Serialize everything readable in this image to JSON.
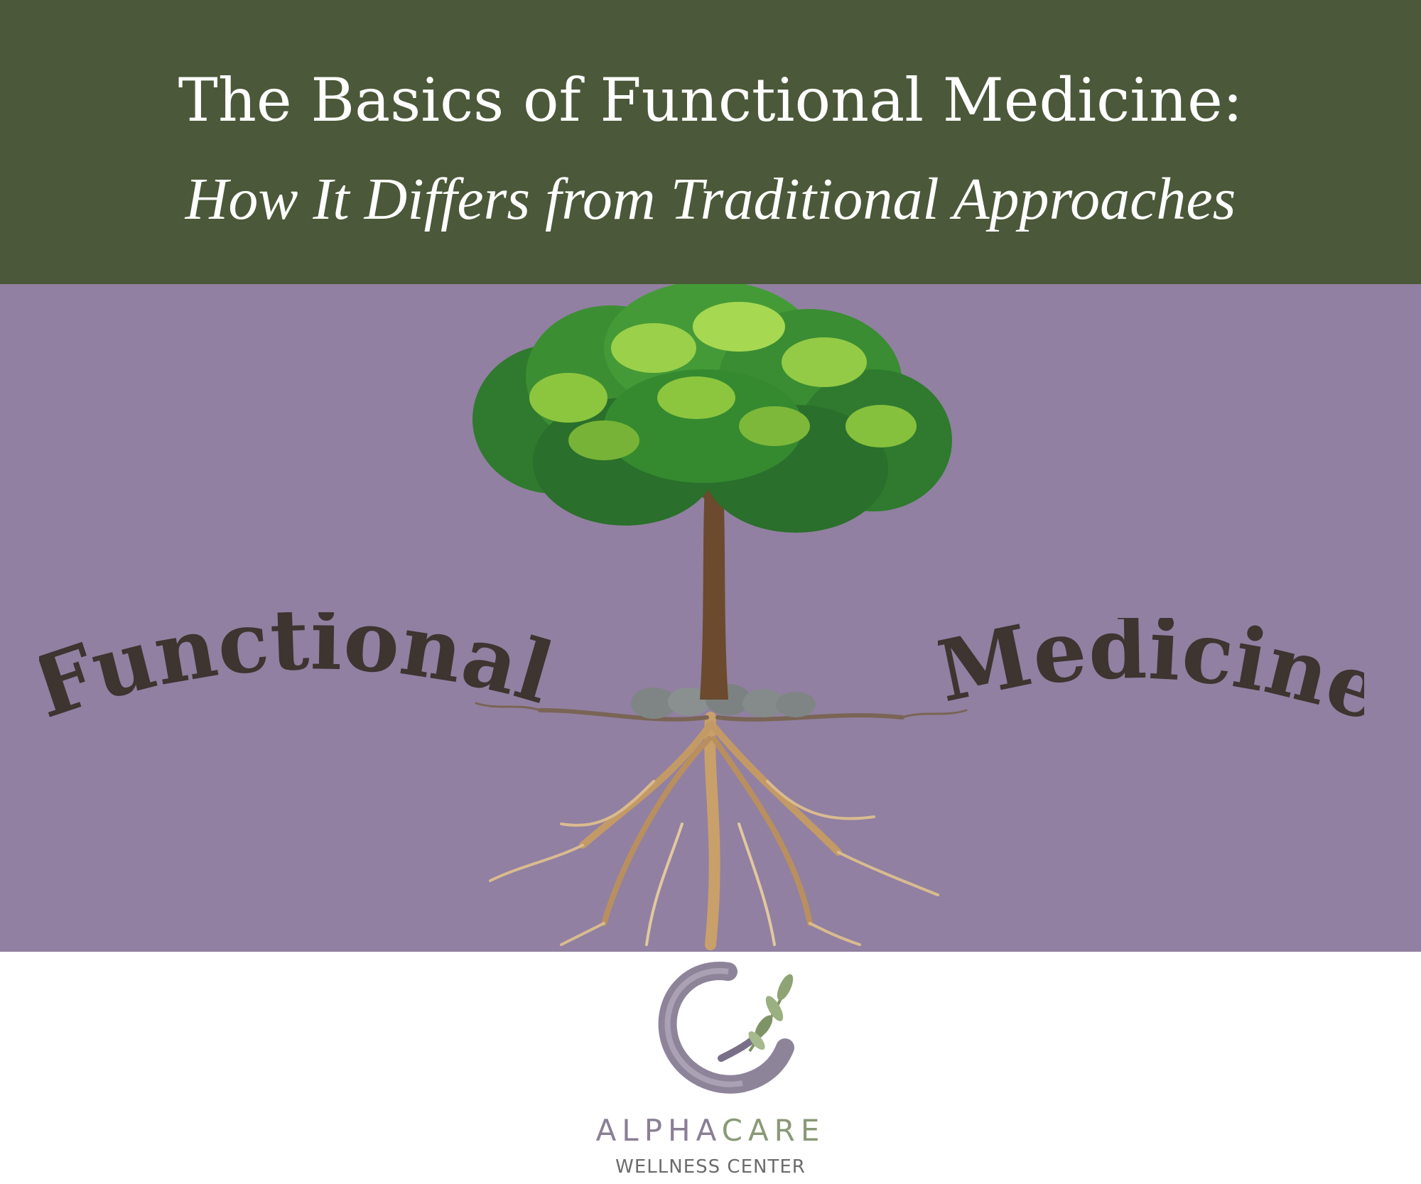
{
  "header": {
    "title": "The Basics of Functional Medicine:",
    "subtitle": "How It Differs from Traditional Approaches"
  },
  "illustration": {
    "left_word": "Functional",
    "right_word": "Medicine",
    "icon": "tree-with-roots-illustration"
  },
  "brand": {
    "name_part1": "ALPHA",
    "name_part2": "CARE",
    "tagline": "WELLNESS CENTER",
    "logo_icon": "circle-hand-leaf-logo"
  },
  "colors": {
    "header_bg": "#4b5839",
    "band_bg": "#9180a1",
    "word_color": "#3e3430",
    "brand_purple": "#8a7f95",
    "brand_green": "#8a9977"
  }
}
